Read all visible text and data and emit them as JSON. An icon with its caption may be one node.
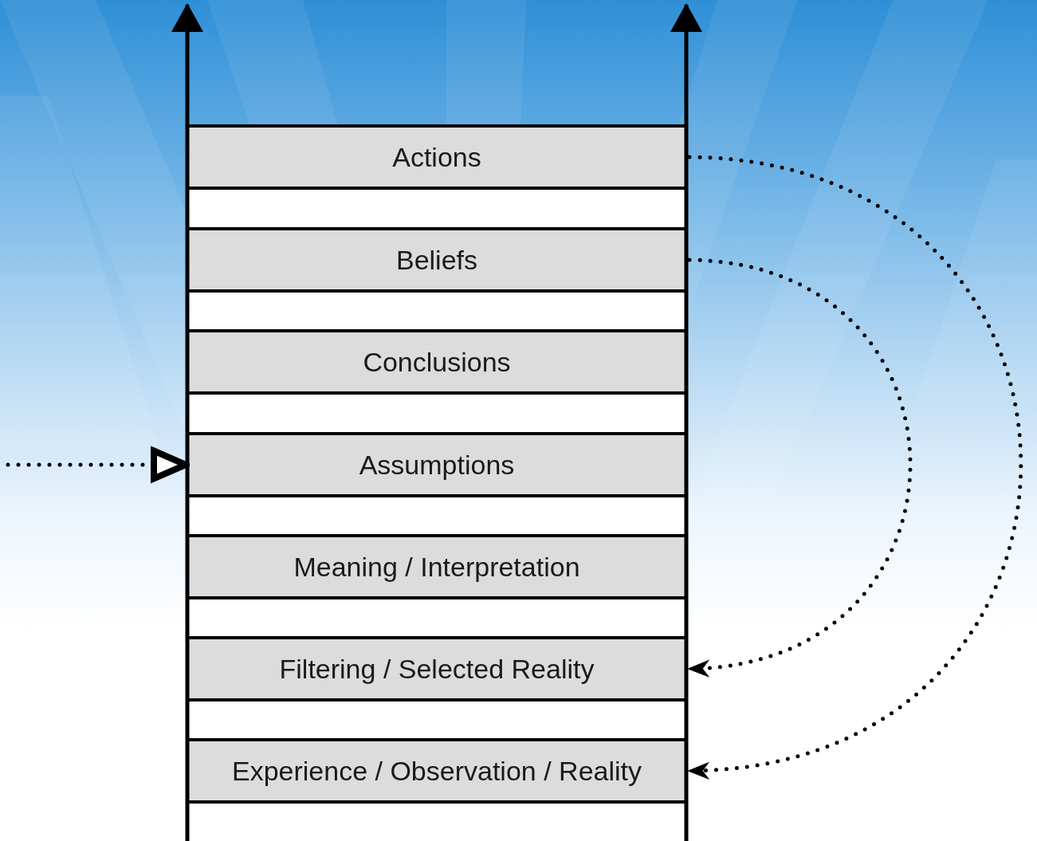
{
  "diagram": {
    "nodes": [
      {
        "text": [
          "Actions"
        ]
      },
      {
        "text": [
          "Beliefs"
        ]
      },
      {
        "text": [
          "Conclusions"
        ]
      },
      {
        "text": [
          "Assumptions"
        ]
      },
      {
        "text": [
          "Meaning / Interpretation"
        ]
      },
      {
        "text": [
          "Filtering / Selected Reality"
        ]
      },
      {
        "text": [
          "Experience / Observation / Reality"
        ]
      }
    ],
    "edges": [
      {
        "from": 0,
        "to": 6,
        "arrow": "to",
        "style": "dashed"
      },
      {
        "from": 1,
        "to": 5,
        "arrow": "to",
        "style": "dashed"
      },
      {
        "from": null,
        "to": 3,
        "arrow": "to",
        "style": "dashed"
      }
    ]
  }
}
